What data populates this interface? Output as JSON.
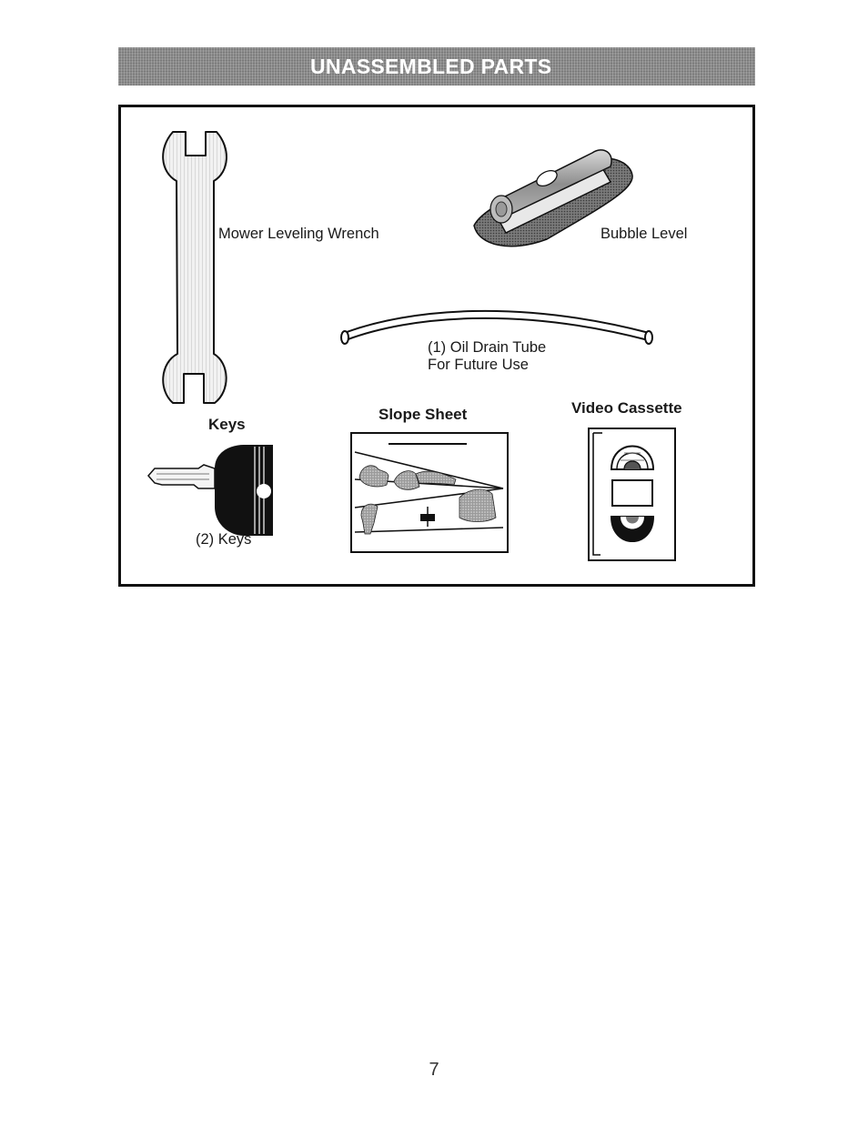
{
  "header": {
    "title": "UNASSEMBLED PARTS"
  },
  "parts": {
    "wrench": {
      "label": "Mower Leveling Wrench"
    },
    "bubble_level": {
      "label": "Bubble Level"
    },
    "oil_tube": {
      "line1": "(1) Oil Drain Tube",
      "line2": "For Future Use"
    },
    "keys": {
      "heading": "Keys",
      "caption": "(2) Keys"
    },
    "slope_sheet": {
      "heading": "Slope Sheet"
    },
    "video": {
      "heading": "Video Cassette"
    }
  },
  "footer": {
    "page_number": "7"
  }
}
